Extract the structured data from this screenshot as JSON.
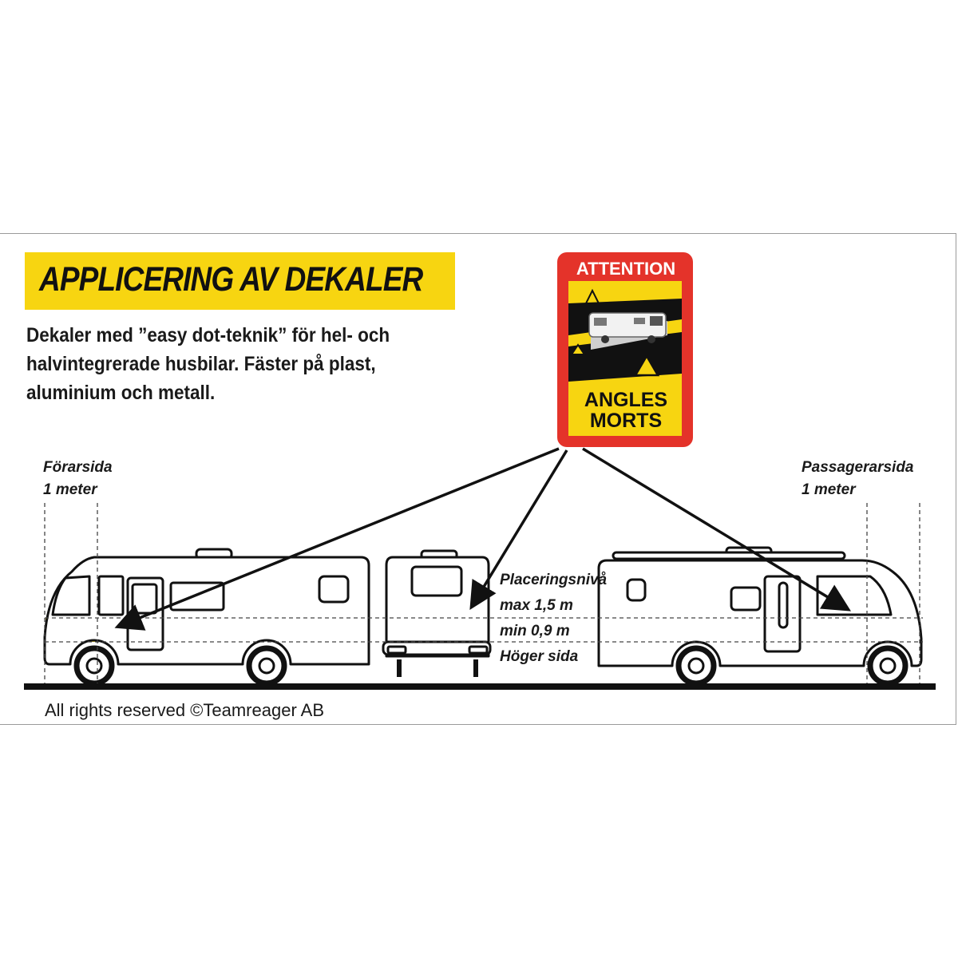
{
  "title": "APPLICERING AV DEKALER",
  "description": {
    "line1": "Dekaler med ”easy dot-teknik” för hel- och",
    "line2": "halvintegrerade husbilar. Fäster på plast,",
    "line3": "aluminium och metall."
  },
  "decal": {
    "top_text": "ATTENTION",
    "bottom_line1": "ANGLES",
    "bottom_line2": "MORTS",
    "colors": {
      "border": "#e4332a",
      "yellow": "#f7d511",
      "black": "#111111"
    }
  },
  "left_label": {
    "line1": "Förarsida",
    "line2": "1 meter"
  },
  "right_label": {
    "line1": "Passagerarsida",
    "line2": "1 meter"
  },
  "placement": {
    "line1": "Placeringsnivå",
    "line2": "max 1,5 m",
    "line3": "min 0,9 m",
    "line4": "Höger sida"
  },
  "copyright": "All rights reserved ©Teamreager AB",
  "colors": {
    "accent": "#f7d511",
    "ground": "#111111"
  }
}
